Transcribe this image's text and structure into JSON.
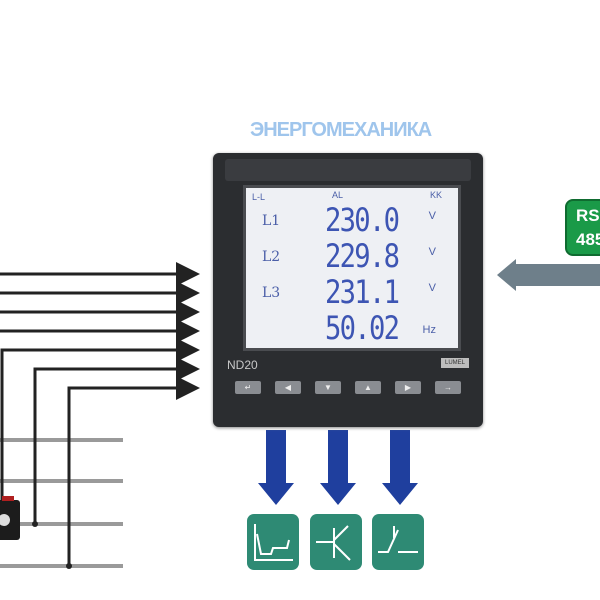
{
  "meter": {
    "model": "ND20",
    "brand": "LUMEL",
    "lcd": {
      "top_left": "L-L",
      "top_center": "AL",
      "top_right": "KK",
      "rows": [
        {
          "label": "L1",
          "value": "230.0",
          "unit": "V"
        },
        {
          "label": "L2",
          "value": "229.8",
          "unit": "V"
        },
        {
          "label": "L3",
          "value": "231.1",
          "unit": "V"
        },
        {
          "label": "",
          "value": "50.02",
          "unit": "Hz"
        }
      ]
    },
    "buttons": [
      "enter",
      "left",
      "down",
      "up",
      "right",
      "escape"
    ],
    "button_glyphs": [
      "↵",
      "◀",
      "▼",
      "▲",
      "▶",
      "→"
    ]
  },
  "watermark": "ЭНЕРГОМЕХАНИКА",
  "interface_badge": {
    "line1": "RS",
    "line2": "485"
  },
  "outputs": [
    "analog-output-icon",
    "transistor-output-icon",
    "relay-output-icon"
  ],
  "colors": {
    "arrow_blue": "#1f3f9e",
    "badge_green": "#1a9a48",
    "output_teal": "#2e8a74",
    "arrow_gray": "#6e7f8a"
  }
}
